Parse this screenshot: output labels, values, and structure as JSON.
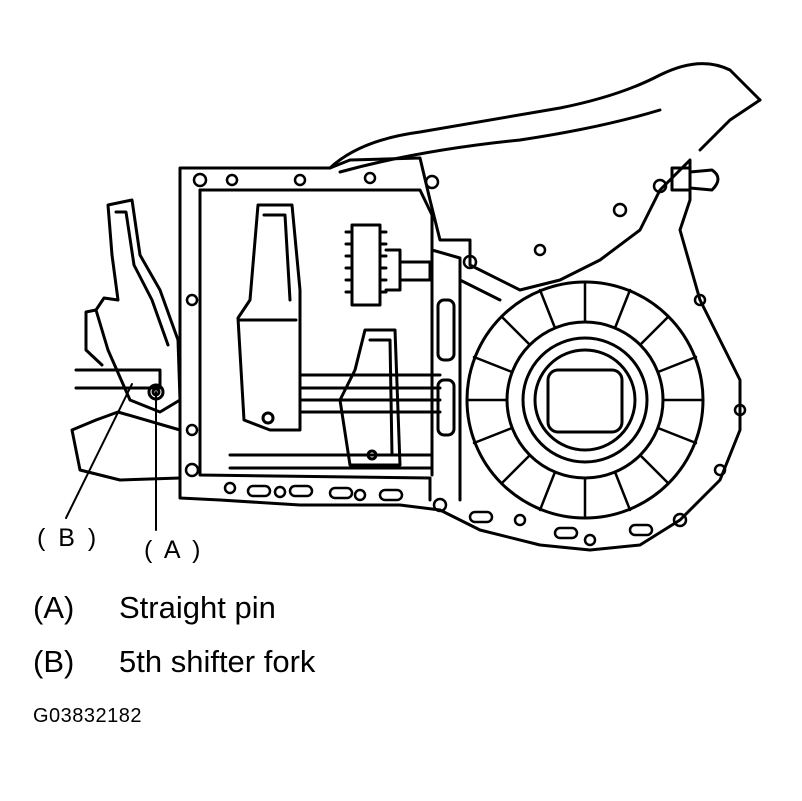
{
  "callouts": {
    "b": "( B )",
    "a": "( A )"
  },
  "legend": [
    {
      "key": "(A)",
      "text": "Straight pin"
    },
    {
      "key": "(B)",
      "text": "5th shifter fork"
    }
  ],
  "figure_id": "G03832182",
  "colors": {
    "ink": "#000000",
    "paper": "#ffffff"
  }
}
